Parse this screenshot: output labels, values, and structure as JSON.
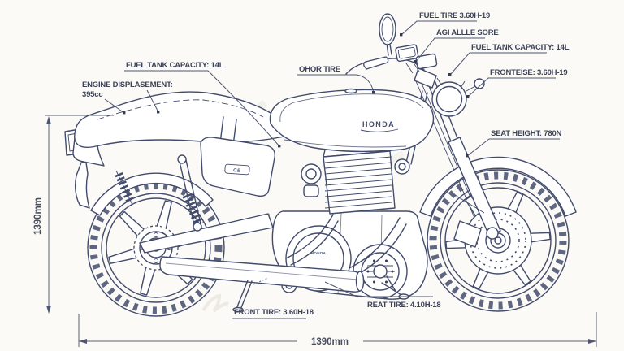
{
  "colors": {
    "background": "#fbfaf7",
    "line": "#424b6b",
    "label": "#3d4458"
  },
  "callouts": {
    "fuel_tire": "FUEL TIRE 3.60H-19",
    "axle_note": "AGI ALLLE SORE",
    "fuel_tank_capacity_right": "FUEL TANK CAPACITY: 14L",
    "front_size": "FRONTEISE: 3.60H-19",
    "fuel_tank_capacity_left": "FUEL TANK CAPACITY: 14L",
    "engine_displacement_label": "ENGINE DISPLASEMENT:",
    "engine_displacement_value": "395cc",
    "other_tire": "OHOR TIRE",
    "seat_height": "SEAT HEIGHT: 780N",
    "front_tire": "FRONT TIRE: 3.60H-18",
    "rear_tire": "REAT TIRE: 4.10H-18"
  },
  "dimensions": {
    "overall_length": "1390mm",
    "overall_height": "1390mm"
  },
  "branding": {
    "tank_logo": "HONDA",
    "side_cover_badge": "CB",
    "engine_case_text": "HONDA"
  }
}
